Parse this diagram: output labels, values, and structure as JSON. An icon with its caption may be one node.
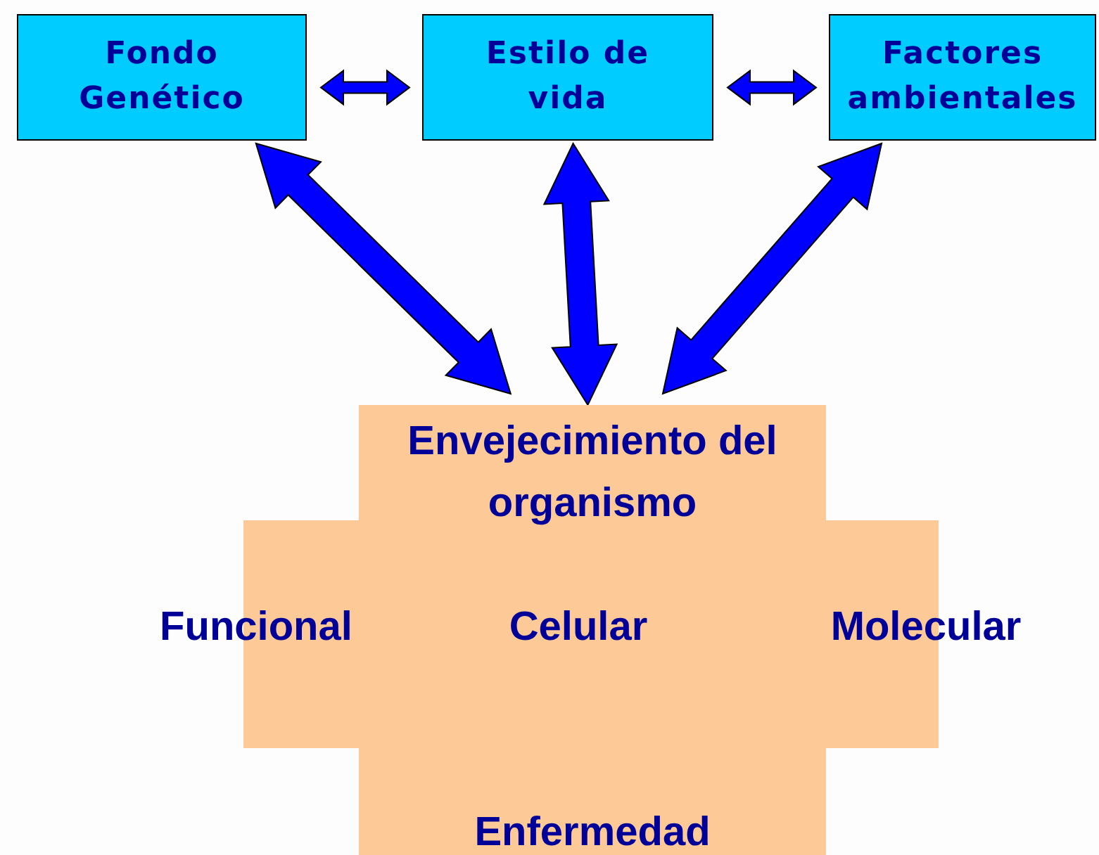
{
  "diagram": {
    "nodes": [
      {
        "text": [
          "Fondo Genético"
        ]
      },
      {
        "text": [
          "Estilo de vida"
        ]
      },
      {
        "text": [
          "Factores ambientales"
        ]
      },
      {
        "text": [
          "Envejecimiento del organismo",
          "Funcional",
          "Celular",
          "Molecular",
          "Enfermedad"
        ]
      }
    ],
    "edges": [
      {
        "from": 0,
        "to": 1,
        "arrow": "both",
        "style": "thick"
      },
      {
        "from": 1,
        "to": 2,
        "arrow": "both",
        "style": "thick"
      },
      {
        "from": 0,
        "to": 3,
        "arrow": "both",
        "style": "thick"
      },
      {
        "from": 1,
        "to": 3,
        "arrow": "both",
        "style": "thick"
      },
      {
        "from": 2,
        "to": 3,
        "arrow": "both",
        "style": "thick"
      }
    ]
  }
}
